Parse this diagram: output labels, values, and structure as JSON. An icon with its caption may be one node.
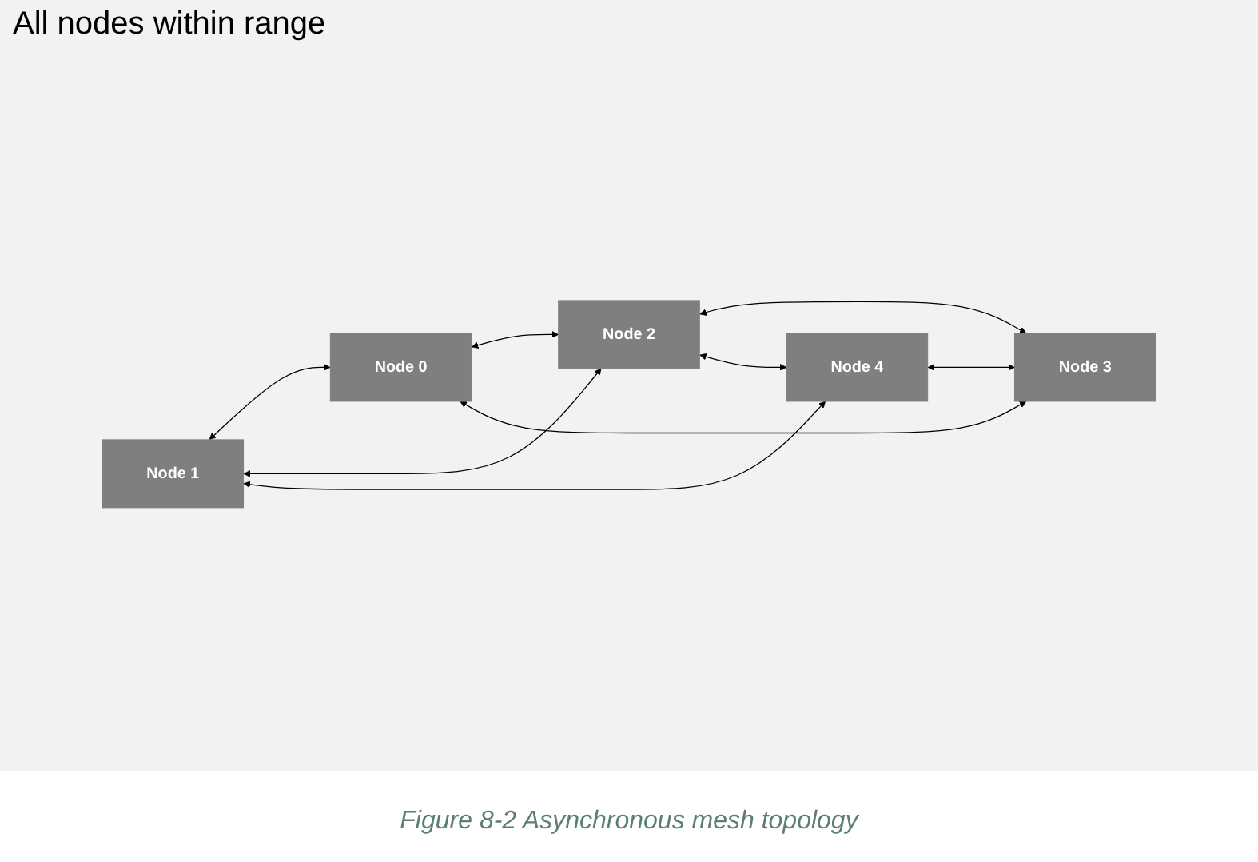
{
  "diagram": {
    "title": "All nodes within range",
    "caption": "Figure 8-2 Asynchronous mesh topology",
    "nodes": [
      {
        "text": [
          "Node 0"
        ]
      },
      {
        "text": [
          "Node 1"
        ]
      },
      {
        "text": [
          "Node 2"
        ]
      },
      {
        "text": [
          "Node 3"
        ]
      },
      {
        "text": [
          "Node 4"
        ]
      }
    ],
    "edges": [
      {
        "from": 1,
        "to": 0,
        "arrow": "both"
      },
      {
        "from": 1,
        "to": 2,
        "arrow": "both"
      },
      {
        "from": 1,
        "to": 4,
        "arrow": "both"
      },
      {
        "from": 0,
        "to": 2,
        "arrow": "both"
      },
      {
        "from": 2,
        "to": 3,
        "arrow": "both"
      },
      {
        "from": 2,
        "to": 4,
        "arrow": "both"
      },
      {
        "from": 0,
        "to": 3,
        "arrow": "both"
      },
      {
        "from": 4,
        "to": 3,
        "arrow": "both"
      }
    ]
  }
}
